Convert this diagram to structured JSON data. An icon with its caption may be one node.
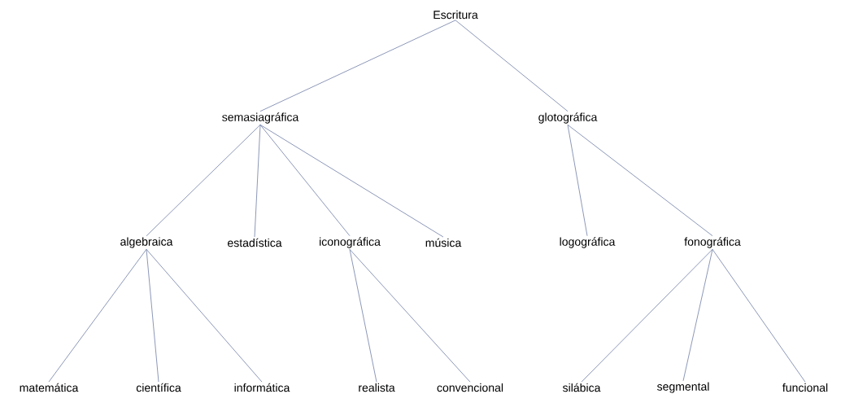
{
  "diagram": {
    "nodes": [
      {
        "text": [
          "Escritura"
        ]
      },
      {
        "text": [
          "semasiagráfica"
        ]
      },
      {
        "text": [
          "glotográfica"
        ]
      },
      {
        "text": [
          "algebraica"
        ]
      },
      {
        "text": [
          "estadística"
        ]
      },
      {
        "text": [
          "iconográfica"
        ]
      },
      {
        "text": [
          "música"
        ]
      },
      {
        "text": [
          "logográfica"
        ]
      },
      {
        "text": [
          "fonográfica"
        ]
      },
      {
        "text": [
          "matemática"
        ]
      },
      {
        "text": [
          "científica"
        ]
      },
      {
        "text": [
          "informática"
        ]
      },
      {
        "text": [
          "realista"
        ]
      },
      {
        "text": [
          "convencional"
        ]
      },
      {
        "text": [
          "silábica"
        ]
      },
      {
        "text": [
          "segmental"
        ]
      },
      {
        "text": [
          "funcional"
        ]
      }
    ],
    "edges": [
      {
        "from": 0,
        "to": 1,
        "arrow": "none"
      },
      {
        "from": 0,
        "to": 2,
        "arrow": "none"
      },
      {
        "from": 1,
        "to": 3,
        "arrow": "none"
      },
      {
        "from": 1,
        "to": 4,
        "arrow": "none"
      },
      {
        "from": 1,
        "to": 5,
        "arrow": "none"
      },
      {
        "from": 1,
        "to": 6,
        "arrow": "none"
      },
      {
        "from": 2,
        "to": 7,
        "arrow": "none"
      },
      {
        "from": 2,
        "to": 8,
        "arrow": "none"
      },
      {
        "from": 3,
        "to": 9,
        "arrow": "none"
      },
      {
        "from": 3,
        "to": 10,
        "arrow": "none"
      },
      {
        "from": 3,
        "to": 11,
        "arrow": "none"
      },
      {
        "from": 5,
        "to": 12,
        "arrow": "none"
      },
      {
        "from": 5,
        "to": 13,
        "arrow": "none"
      },
      {
        "from": 8,
        "to": 14,
        "arrow": "none"
      },
      {
        "from": 8,
        "to": 15,
        "arrow": "none"
      },
      {
        "from": 8,
        "to": 16,
        "arrow": "none"
      }
    ]
  }
}
